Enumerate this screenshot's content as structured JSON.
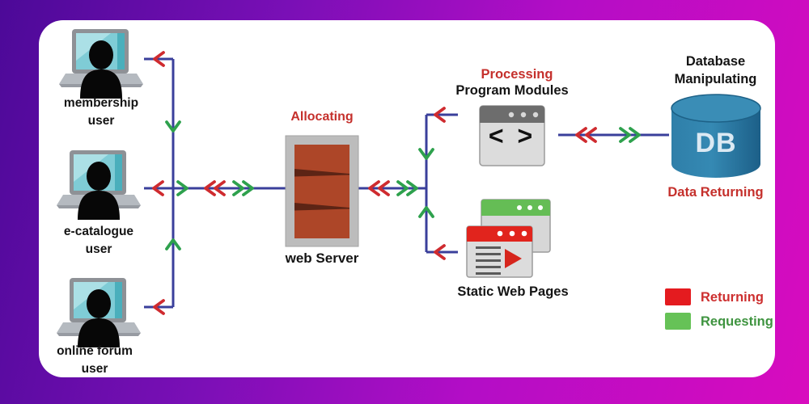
{
  "users": [
    {
      "label": "membership\nuser"
    },
    {
      "label": "e-catalogue\nuser"
    },
    {
      "label": "online forum\nuser"
    }
  ],
  "web_server": {
    "process_label": "Allocating",
    "name": "web Server"
  },
  "program_modules": {
    "process_label": "Processing",
    "name": "Program Modules",
    "glyph": "< >"
  },
  "static_web_pages": {
    "name": "Static Web Pages"
  },
  "database": {
    "process_label": "Database\nManipulating",
    "name": "DB",
    "return_label": "Data Returning"
  },
  "legend": {
    "items": [
      {
        "label": "Returning",
        "color": "#e41b1f",
        "text_color": "#cd2f2f"
      },
      {
        "label": "Requesting",
        "color": "#66c257",
        "text_color": "#3f9440"
      }
    ]
  },
  "colors": {
    "connector_line": "#3a3f9b",
    "returning_arrow": "#cf2b2f",
    "requesting_arrow": "#2ea14d",
    "background_start": "#4c0998",
    "background_end": "#d80cbe",
    "server_fill": "#ad4628",
    "database_fill": "#2f7fa9"
  }
}
